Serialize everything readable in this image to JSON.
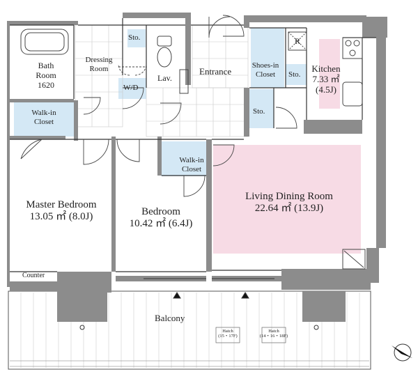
{
  "rooms": {
    "bath_room": {
      "name_line1": "Bath",
      "name_line2": "Room",
      "size": "1620"
    },
    "dressing_room": {
      "name_line1": "Dressing",
      "name_line2": "Room"
    },
    "storage_1": "Sto.",
    "wd": "W/D",
    "lavatory": "Lav.",
    "entrance": "Entrance",
    "shoes_in_closet": {
      "line1": "Shoes-in",
      "line2": "Closet"
    },
    "storage_2": "Sto.",
    "storage_3": "Sto.",
    "refrigerator": "R",
    "kitchen": {
      "name": "Kitchen",
      "area": "7.33 ㎡",
      "jo": "(4.5J)"
    },
    "walk_in_closet_1": {
      "line1": "Walk-in",
      "line2": "Closet"
    },
    "walk_in_closet_2": {
      "line1": "Walk-in",
      "line2": "Closet"
    },
    "master_bedroom": {
      "name": "Master Bedroom",
      "area": "13.05 ㎡ (8.0J)"
    },
    "bedroom": {
      "name": "Bedroom",
      "area": "10.42 ㎡ (6.4J)"
    },
    "living_dining": {
      "name": "Living Dining Room",
      "area": "22.64 ㎡ (13.9J)"
    },
    "counter": "Counter",
    "balcony": "Balcony",
    "hatch_1": {
      "line1": "Hatch",
      "line2": "(15・17F)"
    },
    "hatch_2": {
      "line1": "Hatch",
      "line2": "(14・16・18F)"
    }
  },
  "colors": {
    "wall": "#8c8c8c",
    "closet_fill": "#d4e8f5",
    "living_fill": "#f7dbe5",
    "line": "#333333"
  }
}
